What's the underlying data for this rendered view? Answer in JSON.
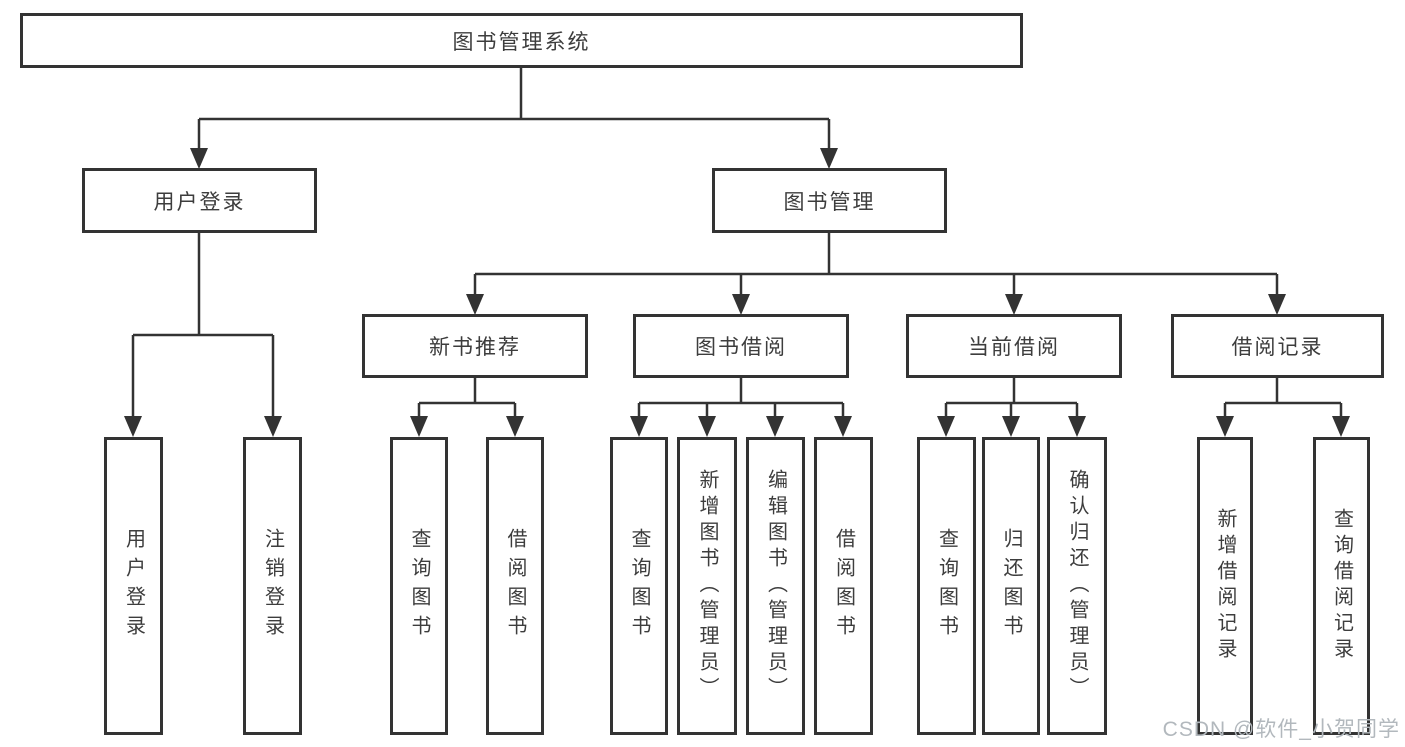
{
  "tree": {
    "root": {
      "label": "图书管理系统"
    },
    "branches": [
      {
        "label": "用户登录",
        "children": [
          {
            "label": "用户登录"
          },
          {
            "label": "注销登录"
          }
        ]
      },
      {
        "label": "图书管理",
        "children": [
          {
            "label": "新书推荐",
            "children": [
              {
                "label": "查询图书"
              },
              {
                "label": "借阅图书"
              }
            ]
          },
          {
            "label": "图书借阅",
            "children": [
              {
                "label": "查询图书"
              },
              {
                "label": "新增图书（管理员）"
              },
              {
                "label": "编辑图书（管理员）"
              },
              {
                "label": "借阅图书"
              }
            ]
          },
          {
            "label": "当前借阅",
            "children": [
              {
                "label": "查询图书"
              },
              {
                "label": "归还图书"
              },
              {
                "label": "确认归还（管理员）"
              }
            ]
          },
          {
            "label": "借阅记录",
            "children": [
              {
                "label": "新增借阅记录"
              },
              {
                "label": "查询借阅记录"
              }
            ]
          }
        ]
      }
    ]
  },
  "watermark": {
    "text": "CSDN @软件_小贺同学"
  },
  "colors": {
    "line": "#333333",
    "text": "#3d3d3d",
    "watermark": "#b2b8bd",
    "background": "#ffffff"
  }
}
